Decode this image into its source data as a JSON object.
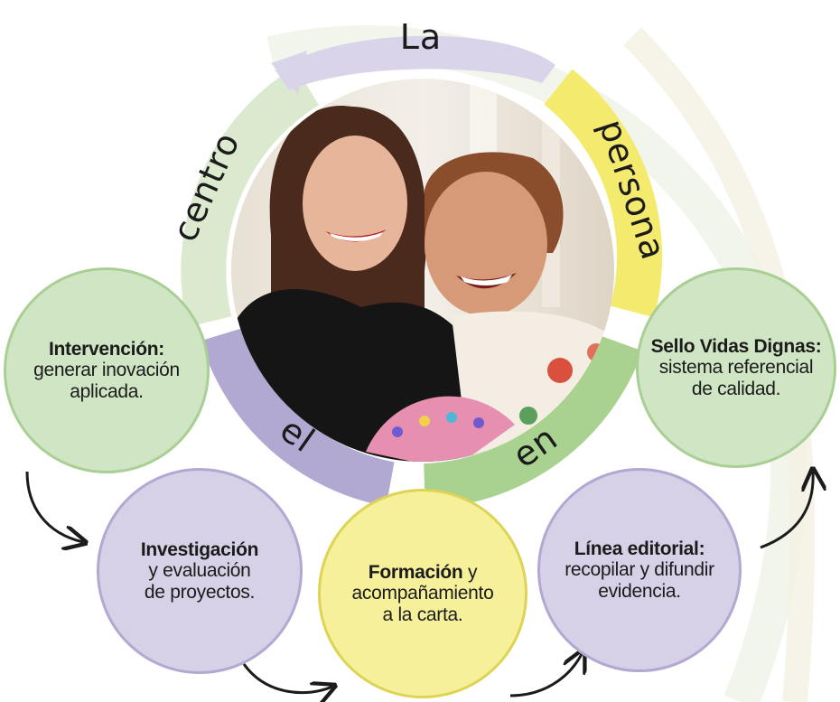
{
  "ring": {
    "word_la": "La",
    "word_persona": "persona",
    "word_en": "en",
    "word_el": "el",
    "word_centro": "centro"
  },
  "nodes": {
    "intervencion": {
      "title": "Intervención:",
      "line1": "generar inovación",
      "line2": "aplicada."
    },
    "sello": {
      "title": "Sello Vidas Dignas:",
      "line1": "sistema referencial",
      "line2": "de calidad."
    },
    "investigacion": {
      "title": "Investigación",
      "line1": "y evaluación",
      "line2": "de proyectos."
    },
    "formacion": {
      "title": "Formación",
      "title_suffix": " y",
      "line1": "acompañamiento",
      "line2": "a la carta."
    },
    "linea": {
      "title": "Línea editorial:",
      "line1": "recopilar y difundir",
      "line2": "evidencia."
    }
  },
  "colors": {
    "green": "#cfe5c3",
    "lavender": "#d6d1e6",
    "yellow": "#f6f09a",
    "photo_bg": "#e9e2d8"
  }
}
